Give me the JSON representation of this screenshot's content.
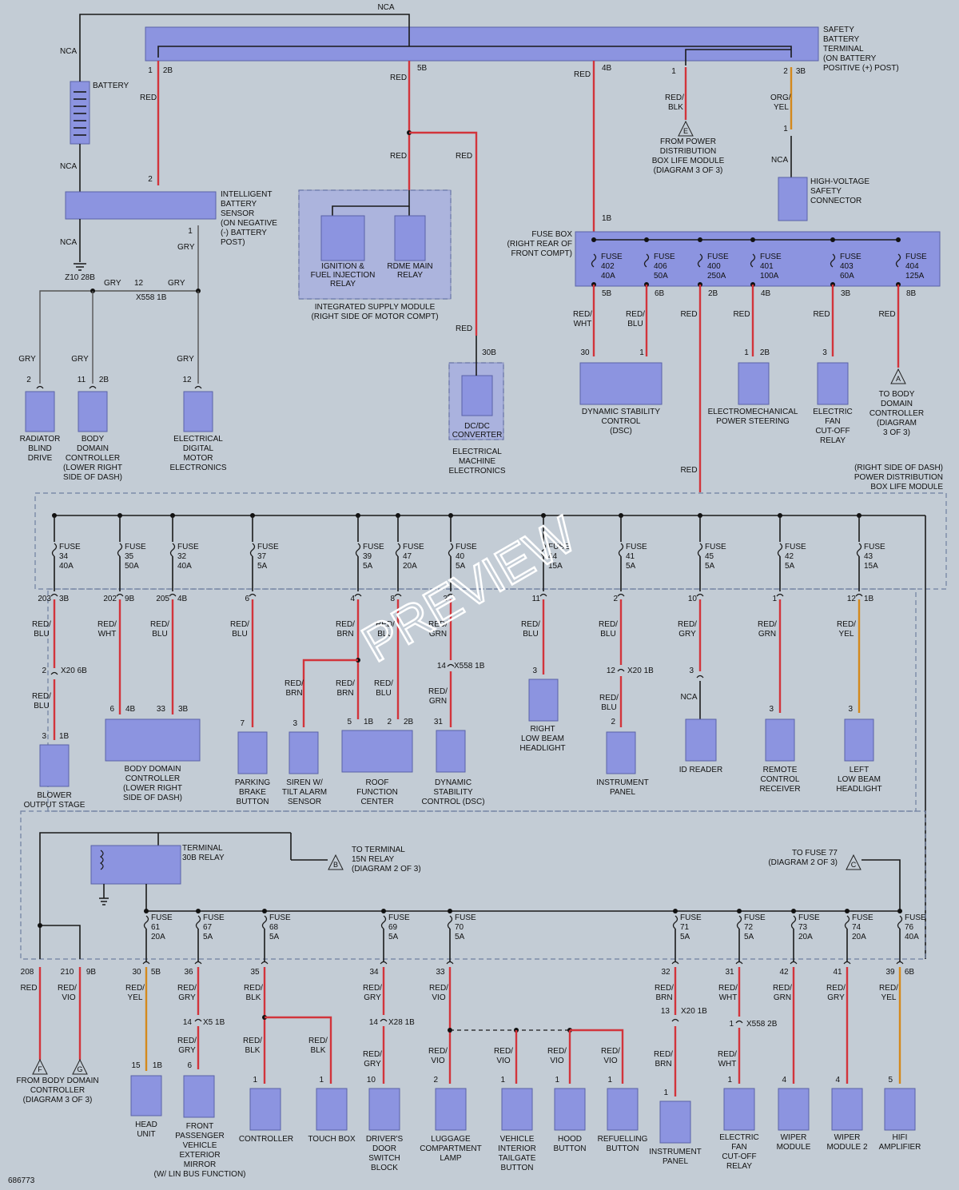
{
  "diagram_id": "686773",
  "watermark": "PREVIEW",
  "top": {
    "nca_top": "NCA",
    "nca_left": "NCA",
    "nca_mid": "NCA",
    "nca_ibs": "NCA",
    "safety_terminal": [
      "SAFETY",
      "BATTERY",
      "TERMINAL",
      "(ON BATTERY",
      "POSITIVE (+) POST)"
    ],
    "battery": "BATTERY",
    "ibs": [
      "INTELLIGENT",
      "BATTERY",
      "SENSOR",
      "(ON NEGATIVE",
      "(-) BATTERY",
      "POST)"
    ],
    "ground": "Z10 28B",
    "x558": "X558 1B"
  },
  "ism": {
    "relay1": [
      "IGNITION &",
      "FUEL INJECTION",
      "RELAY"
    ],
    "relay2": [
      "RDME MAIN",
      "RELAY"
    ],
    "caption": [
      "INTEGRATED SUPPLY MODULE",
      "(RIGHT SIDE OF MOTOR COMPT)"
    ]
  },
  "dcdc": {
    "box": [
      "DC/DC",
      "CONVERTER"
    ],
    "caption": [
      "ELECTRICAL",
      "MACHINE",
      "ELECTRONICS"
    ],
    "pin": "30B"
  },
  "hv": {
    "label": [
      "HIGH-VOLTAGE",
      "SAFETY",
      "CONNECTOR"
    ],
    "nca": "NCA",
    "from": [
      "FROM POWER",
      "DISTRIBUTION",
      "BOX LIFE MODULE",
      "(DIAGRAM 3 OF 3)"
    ]
  },
  "fusebox": {
    "label": [
      "FUSE BOX",
      "(RIGHT REAR OF",
      "FRONT COMPT)"
    ],
    "fuses": [
      {
        "n": "402",
        "a": "40A",
        "pin": "5B",
        "wire": "RED/\nWHT"
      },
      {
        "n": "406",
        "a": "50A",
        "pin": "6B",
        "wire": "RED/\nBLU"
      },
      {
        "n": "400",
        "a": "250A",
        "pin": "2B",
        "wire": "RED"
      },
      {
        "n": "401",
        "a": "100A",
        "pin": "4B",
        "wire": "RED"
      },
      {
        "n": "403",
        "a": "60A",
        "pin": "3B",
        "wire": "RED"
      },
      {
        "n": "404",
        "a": "125A",
        "pin": "8B",
        "wire": "RED"
      }
    ]
  },
  "mid_loads": {
    "dsc": [
      "DYNAMIC STABILITY",
      "CONTROL",
      "(DSC)"
    ],
    "eps": [
      "ELECTROMECHANICAL",
      "POWER STEERING"
    ],
    "fan": [
      "ELECTRIC",
      "FAN",
      "CUT-OFF",
      "RELAY"
    ],
    "bdc": [
      "TO BODY",
      "DOMAIN",
      "CONTROLLER",
      "(DIAGRAM",
      "3 OF 3)"
    ],
    "left": [
      {
        "name": [
          "RADIATOR",
          "BLIND",
          "DRIVE"
        ]
      },
      {
        "name": [
          "BODY",
          "DOMAIN",
          "CONTROLLER",
          "(LOWER RIGHT",
          "SIDE OF DASH)"
        ]
      },
      {
        "name": [
          "ELECTRICAL",
          "DIGITAL",
          "MOTOR",
          "ELECTRONICS"
        ]
      }
    ]
  },
  "pdb_caption": [
    "(RIGHT SIDE OF DASH)",
    "POWER DISTRIBUTION",
    "BOX LIFE MODULE"
  ],
  "row2": {
    "fuses": [
      {
        "n": "34",
        "a": "40A"
      },
      {
        "n": "35",
        "a": "50A"
      },
      {
        "n": "32",
        "a": "40A"
      },
      {
        "n": "37",
        "a": "5A"
      },
      {
        "n": "39",
        "a": "5A"
      },
      {
        "n": "47",
        "a": "20A"
      },
      {
        "n": "40",
        "a": "5A"
      },
      {
        "n": "44",
        "a": "15A"
      },
      {
        "n": "41",
        "a": "5A"
      },
      {
        "n": "45",
        "a": "5A"
      },
      {
        "n": "42",
        "a": "5A"
      },
      {
        "n": "43",
        "a": "15A"
      }
    ],
    "loads": [
      [
        "BLOWER",
        "OUTPUT STAGE"
      ],
      [
        "BODY DOMAIN",
        "CONTROLLER",
        "(LOWER RIGHT",
        "SIDE OF DASH)"
      ],
      [
        "PARKING",
        "BRAKE",
        "BUTTON"
      ],
      [
        "SIREN W/",
        "TILT ALARM",
        "SENSOR"
      ],
      [
        "ROOF",
        "FUNCTION",
        "CENTER"
      ],
      [
        "DYNAMIC",
        "STABILITY",
        "CONTROL (DSC)"
      ],
      [
        "RIGHT",
        "LOW BEAM",
        "HEADLIGHT"
      ],
      [
        "INSTRUMENT",
        "PANEL"
      ],
      [
        "ID READER"
      ],
      [
        "REMOTE",
        "CONTROL",
        "RECEIVER"
      ],
      [
        "LEFT",
        "LOW BEAM",
        "HEADLIGHT"
      ]
    ]
  },
  "relay30b": {
    "label": [
      "TERMINAL",
      "30B RELAY"
    ],
    "to15n": [
      "TO TERMINAL",
      "15N RELAY",
      "(DIAGRAM 2 OF 3)"
    ],
    "tofuse77": [
      "TO FUSE 77",
      "(DIAGRAM 2 OF 3)"
    ]
  },
  "row3": {
    "fuses": [
      {
        "n": "61",
        "a": "20A"
      },
      {
        "n": "67",
        "a": "5A"
      },
      {
        "n": "68",
        "a": "5A"
      },
      {
        "n": "69",
        "a": "5A"
      },
      {
        "n": "70",
        "a": "5A"
      },
      {
        "n": "71",
        "a": "5A"
      },
      {
        "n": "72",
        "a": "5A"
      },
      {
        "n": "73",
        "a": "20A"
      },
      {
        "n": "74",
        "a": "20A"
      },
      {
        "n": "76",
        "a": "40A"
      }
    ],
    "loads": [
      [
        "HEAD",
        "UNIT"
      ],
      [
        "FRONT",
        "PASSENGER",
        "VEHICLE",
        "EXTERIOR",
        "MIRROR",
        "(W/ LIN BUS FUNCTION)"
      ],
      [
        "CONTROLLER"
      ],
      [
        "TOUCH BOX"
      ],
      [
        "DRIVER'S",
        "DOOR",
        "SWITCH",
        "BLOCK"
      ],
      [
        "LUGGAGE",
        "COMPARTMENT",
        "LAMP"
      ],
      [
        "VEHICLE",
        "INTERIOR",
        "TAILGATE",
        "BUTTON"
      ],
      [
        "HOOD",
        "BUTTON"
      ],
      [
        "REFUELLING",
        "BUTTON"
      ],
      [
        "INSTRUMENT",
        "PANEL"
      ],
      [
        "ELECTRIC",
        "FAN",
        "CUT-OFF",
        "RELAY"
      ],
      [
        "WIPER",
        "MODULE"
      ],
      [
        "WIPER",
        "MODULE 2"
      ],
      [
        "HIFI",
        "AMPLIFIER"
      ]
    ],
    "from_bdc": [
      "FROM BODY DOMAIN",
      "CONTROLLER",
      "(DIAGRAM 3 OF 3)"
    ]
  },
  "colors": {
    "red": "#d2343b",
    "orange": "#d4891c",
    "box": "#8c94e0",
    "background": "#c3ccd5"
  }
}
